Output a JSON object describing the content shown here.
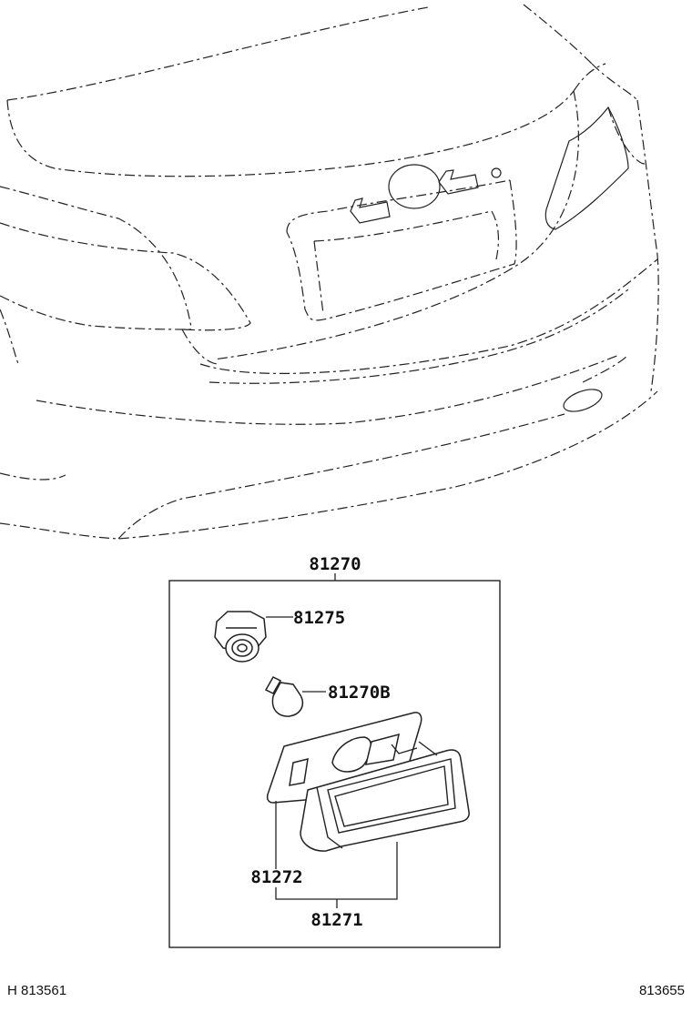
{
  "assembly_label": "81270",
  "callouts": {
    "socket": "81275",
    "bulb": "81270B",
    "bracket": "81272",
    "lens": "81271"
  },
  "footer": {
    "left_ref": "H 813561",
    "right_ref": "813655"
  }
}
